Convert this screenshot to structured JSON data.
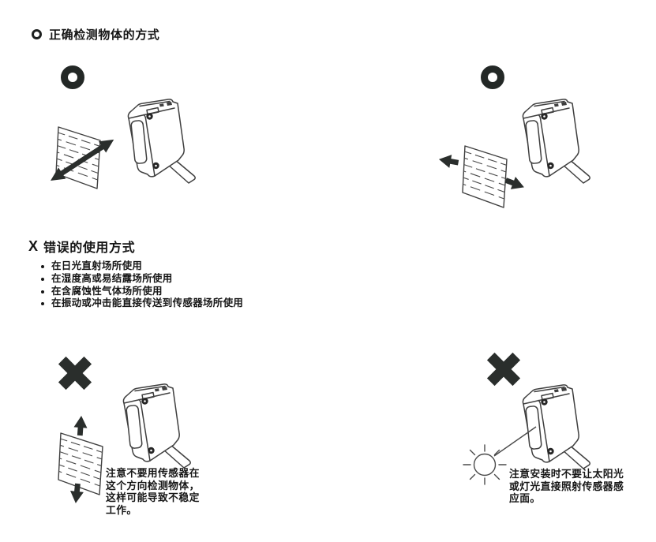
{
  "colors": {
    "background": "#ffffff",
    "mark_ink": "#2a2e2c",
    "line_art": "#3f3f3f",
    "text": "#161616"
  },
  "sections": {
    "correct": {
      "marker": "O",
      "title": "正确检测物体的方式"
    },
    "wrong": {
      "marker": "X",
      "title": "错误的使用方式",
      "bullets": [
        "在日光直射场所使用",
        "在湿度高或易结露场所使用",
        "在含腐蚀性气体场所使用",
        "在振动或冲击能直接传送到传感器场所使用"
      ]
    }
  },
  "figures": {
    "correct_left": {
      "mark": "O"
    },
    "correct_right": {
      "mark": "O"
    },
    "wrong_left": {
      "mark": "X",
      "caption": "注意不要用传感器在\n这个方向检测物体，\n这样可能导致不稳定\n工作。"
    },
    "wrong_right": {
      "mark": "X",
      "caption": "注意安装时不要让太阳光\n或灯光直接照射传感器感\n应面。"
    }
  },
  "icons": {
    "correct_mark": "heavy-ring",
    "wrong_mark": "heavy-cross",
    "sensor": "photoelectric-sensor-line-art",
    "object": "hatched-panel",
    "sun": "sun-with-rays",
    "arrows": "movement-direction-arrows"
  }
}
